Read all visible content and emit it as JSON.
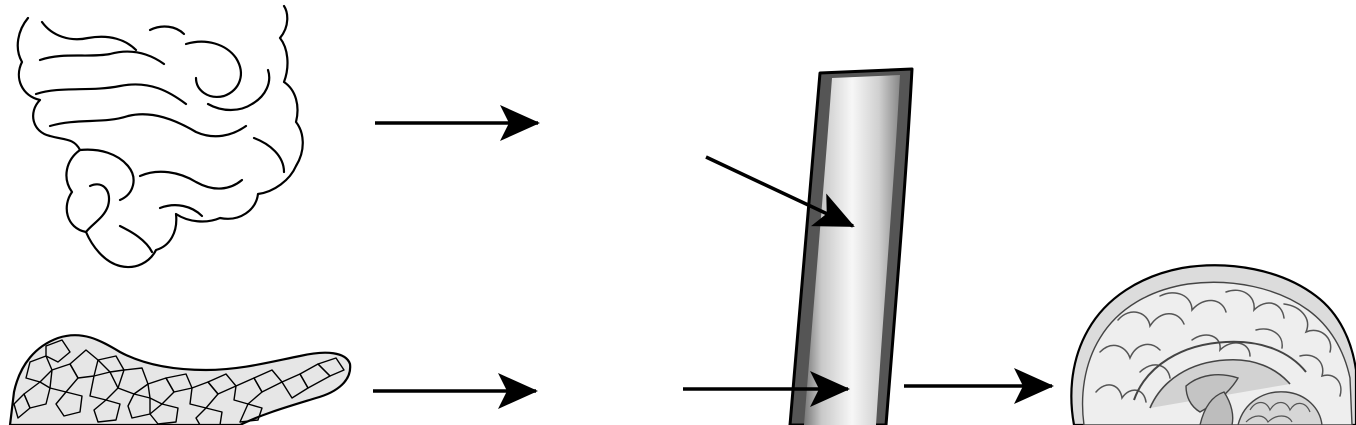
{
  "diagram": {
    "nodes": [
      {
        "id": "intestine",
        "icon": "intestine-icon"
      },
      {
        "id": "pancreas",
        "icon": "pancreas-icon"
      },
      {
        "id": "blood-vessel",
        "icon": "blood-vessel-icon"
      },
      {
        "id": "brain",
        "icon": "brain-icon"
      }
    ],
    "edges": [
      {
        "from": "intestine",
        "to": "blank-middle-top"
      },
      {
        "from": "pancreas",
        "to": "blank-middle-bottom"
      },
      {
        "from": "blank-middle-top",
        "to": "blood-vessel"
      },
      {
        "from": "blank-middle-bottom",
        "to": "blood-vessel"
      },
      {
        "from": "blood-vessel",
        "to": "brain"
      }
    ],
    "colors": {
      "line": "#000000",
      "vessel_dark": "#555555",
      "vessel_light": "#f4f4f4",
      "pancreas_fill": "#e6e6e6",
      "brain_fill": "#dcdcdc"
    }
  }
}
